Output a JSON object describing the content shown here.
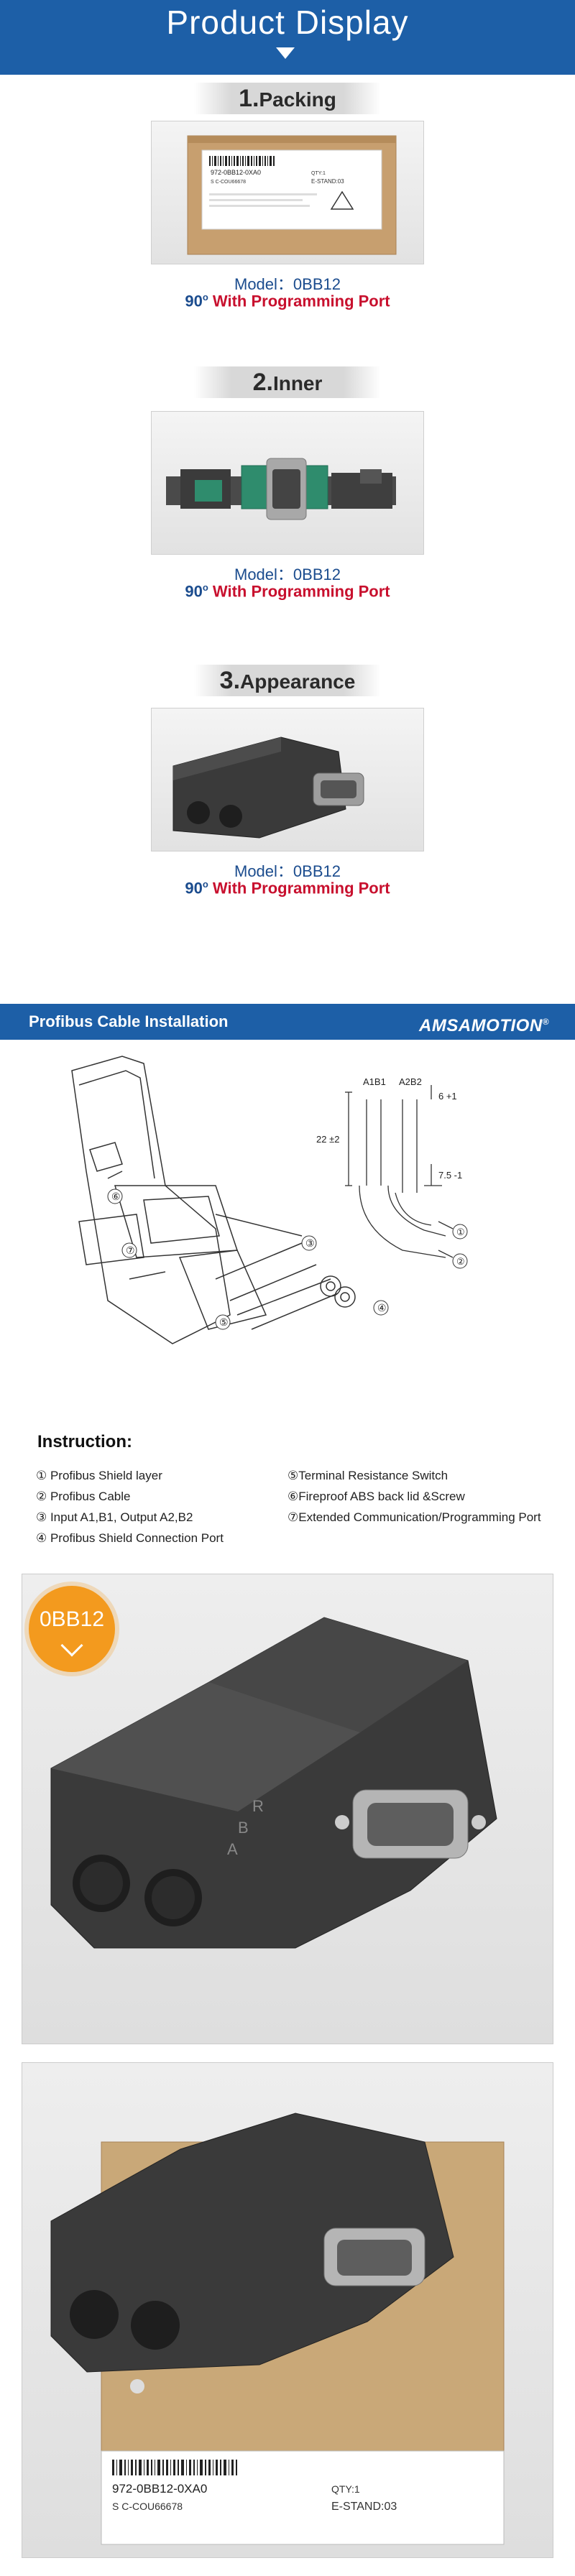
{
  "header": {
    "title": "Product Display"
  },
  "sections": [
    {
      "num": "1.",
      "title": "Packing",
      "model_label": "Model：",
      "model_value": "0BB12",
      "degree": "90",
      "degree_sup": "o",
      "port": "With Programming Port"
    },
    {
      "num": "2.",
      "title": "Inner",
      "model_label": "Model：",
      "model_value": "0BB12",
      "degree": "90",
      "degree_sup": "o",
      "port": "With Programming Port"
    },
    {
      "num": "3.",
      "title": "Appearance",
      "model_label": "Model：",
      "model_value": "0BB12",
      "degree": "90",
      "degree_sup": "o",
      "port": "With Programming Port"
    }
  ],
  "packing_label": {
    "barcode_text": "972-0BB12-0XA0",
    "code": "S C-COU66678",
    "qty": "QTY:1",
    "stand": "E-STAND:03"
  },
  "cable": {
    "title": "Profibus Cable Installation",
    "brand": "AMSAMOTION",
    "brand_mark": "®",
    "dims": {
      "a1b1": "A1B1",
      "a2b2": "A2B2",
      "d1": "22 ±2",
      "d2": "6 +1",
      "d3": "7.5 -1"
    },
    "callouts": [
      "①",
      "②",
      "③",
      "④",
      "⑤",
      "⑥",
      "⑦"
    ]
  },
  "instruction": {
    "title": "Instruction:",
    "left": [
      "① Profibus Shield layer",
      "② Profibus Cable",
      "③ Input A1,B1, Output A2,B2",
      "④ Profibus Shield Connection Port"
    ],
    "right": [
      "⑤Terminal Resistance Switch",
      "⑥Fireproof ABS back lid &Screw",
      "⑦Extended Communication/Programming Port"
    ]
  },
  "badge": {
    "text": "0BB12"
  },
  "housing_text": {
    "r": "R",
    "b": "B",
    "a": "A"
  },
  "box_label": {
    "barcode_text": "972-0BB12-0XA0",
    "code": "S C-COU66678",
    "qty": "QTY:1",
    "stand": "E-STAND:03"
  },
  "colors": {
    "header_blue": "#1d5fa7",
    "model_blue": "#1b4c8e",
    "port_red": "#c8102e",
    "badge_orange": "#f39a1e"
  }
}
